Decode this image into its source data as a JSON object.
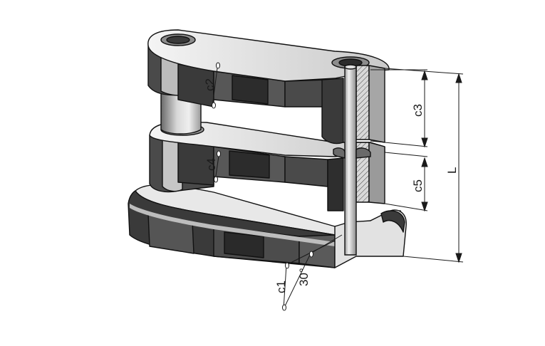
{
  "diagram": {
    "labels": {
      "c1": "c1",
      "c2": "c2",
      "c3": "c3",
      "c4": "c4",
      "c5": "c5",
      "L": "L",
      "angle": "30°"
    },
    "colors": {
      "background": "#ffffff",
      "face_light": "#e6e6e6",
      "face_mid": "#bdbdbd",
      "face_dark": "#4a4a4a",
      "face_darkest": "#2e2e2e",
      "pin": "#d6d6d6",
      "outline": "#111111",
      "dimension_line": "#1a1a1a"
    }
  }
}
